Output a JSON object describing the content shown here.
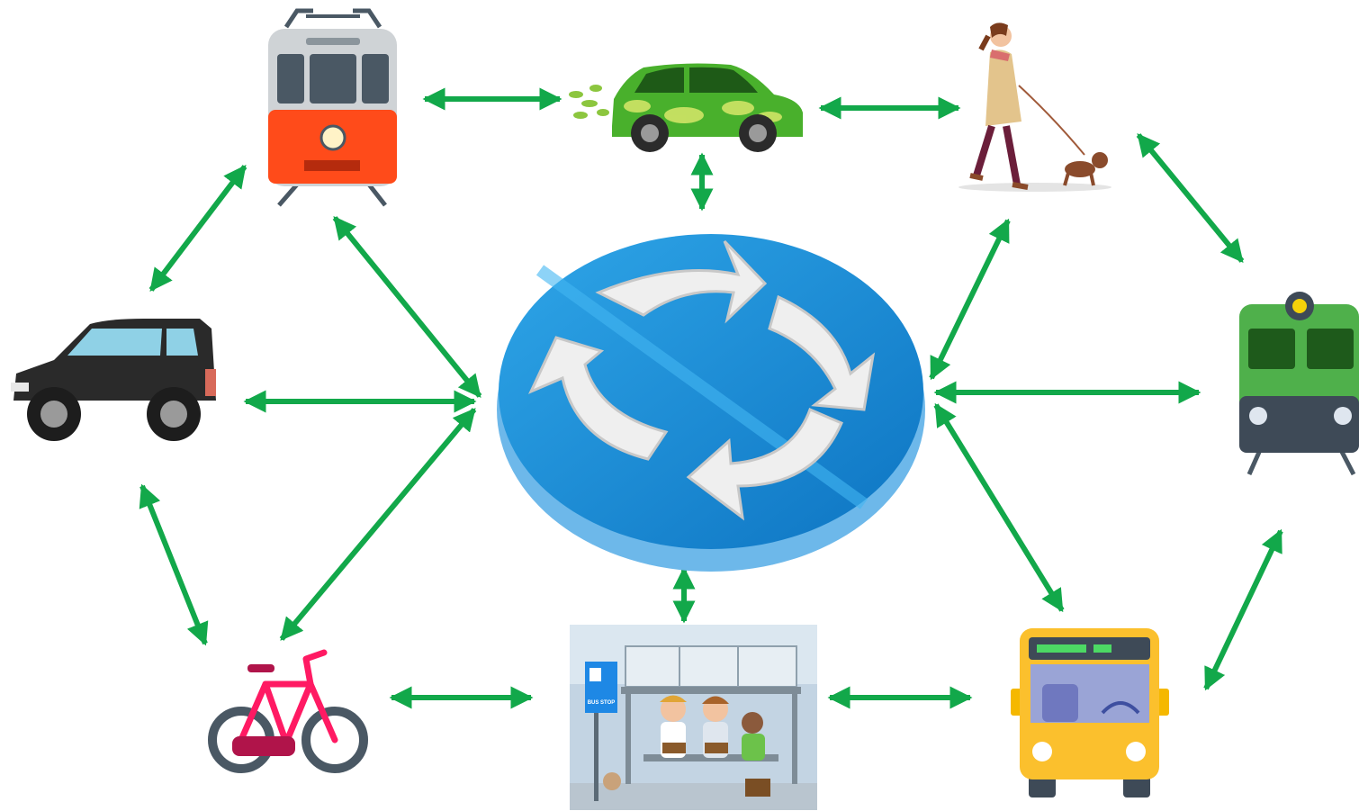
{
  "colors": {
    "arrow": "#12a84a",
    "hub_blue": "#1f8fd6",
    "hub_edge": "#5aaee6",
    "hub_arrow": "#eeeeee"
  },
  "hub": {
    "icon": "circular-arrows-hub-icon"
  },
  "nodes": [
    {
      "id": "tram",
      "icon": "tram-icon"
    },
    {
      "id": "eco-car",
      "icon": "eco-car-icon"
    },
    {
      "id": "pedestrian",
      "icon": "woman-walking-dog-icon"
    },
    {
      "id": "train",
      "icon": "train-icon"
    },
    {
      "id": "bus",
      "icon": "bus-icon"
    },
    {
      "id": "bus-stop",
      "icon": "bus-stop-icon",
      "sign_text": "BUS STOP"
    },
    {
      "id": "bicycle",
      "icon": "bicycle-icon"
    },
    {
      "id": "suv",
      "icon": "car-icon"
    }
  ],
  "connections": [
    [
      "tram",
      "eco-car"
    ],
    [
      "eco-car",
      "pedestrian"
    ],
    [
      "pedestrian",
      "train"
    ],
    [
      "train",
      "bus"
    ],
    [
      "bus",
      "bus-stop"
    ],
    [
      "bus-stop",
      "bicycle"
    ],
    [
      "bicycle",
      "suv"
    ],
    [
      "suv",
      "tram"
    ],
    [
      "hub",
      "tram"
    ],
    [
      "hub",
      "eco-car"
    ],
    [
      "hub",
      "pedestrian"
    ],
    [
      "hub",
      "train"
    ],
    [
      "hub",
      "bus"
    ],
    [
      "hub",
      "bus-stop"
    ],
    [
      "hub",
      "bicycle"
    ],
    [
      "hub",
      "suv"
    ]
  ]
}
